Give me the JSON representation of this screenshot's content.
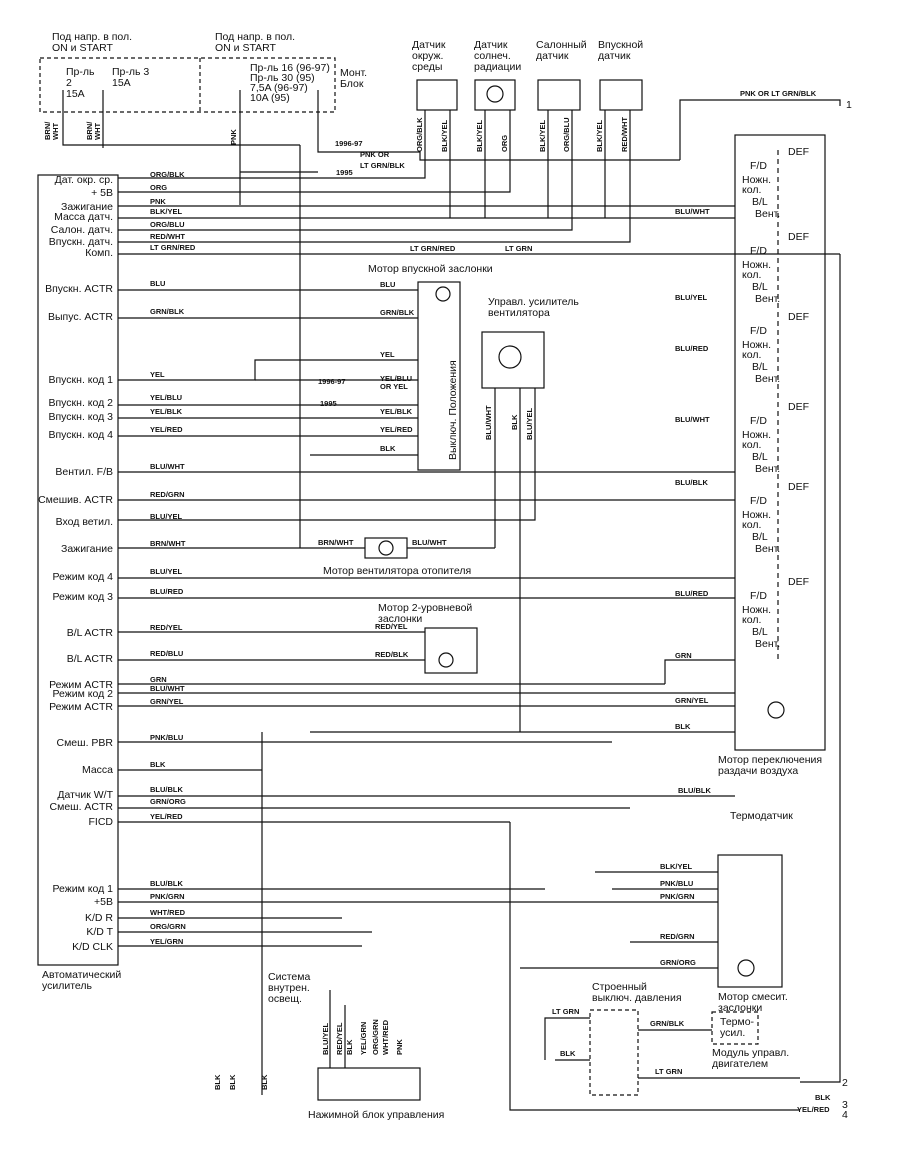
{
  "top": {
    "fuse_left_title": "Под напр. в пол.\nON и START",
    "fuse_right_title": "Под напр. в пол.\nON и START",
    "fuse2": "Пр-ль\n2\n15A",
    "fuse3": "Пр-ль 3\n15A",
    "fuse16": "Пр-ль 16 (96-97)\nПр-ль 30 (95)\n7,5A (96-97)\n10A (95)",
    "mount_block": "Монт.\nБлок",
    "top_wires": [
      "BRN/\nWHT",
      "BRN/\nWHT",
      "PNK"
    ],
    "year_9697": "1996-97",
    "year_95": "1995",
    "pnk_or": "PNK OR",
    "lt_grn_blk": "LT GRN/BLK",
    "pnk_or_ltgrnblk": "PNK OR LT GRN/BLK",
    "ref1": "1",
    "ref2": "2",
    "ref3": "3",
    "ref4": "4"
  },
  "sensors": [
    {
      "title": "Датчик\nокруж.\nсреды",
      "wires": [
        "ORG/BLK",
        "BLK/YEL"
      ]
    },
    {
      "title": "Датчик\nсолнеч.\nрадиации",
      "wires": [
        "BLK/YEL",
        "ORG"
      ]
    },
    {
      "title": "Салонный\nдатчик",
      "wires": [
        "BLK/YEL",
        "ORG/BLU"
      ]
    },
    {
      "title": "Впускной\nдатчик",
      "wires": [
        "BLK/YEL",
        "RED/WHT"
      ]
    }
  ],
  "amp": {
    "title": "Автоматический\nусилитель",
    "pins": [
      {
        "label": "Дат. окр. ср.",
        "wire": "ORG/BLK"
      },
      {
        "label": "+ 5В",
        "wire": "ORG"
      },
      {
        "label": "Зажигание",
        "wire": "PNK"
      },
      {
        "label": "Масса датч.",
        "wire": "BLK/YEL"
      },
      {
        "label": "Салон. датч.",
        "wire": "ORG/BLU"
      },
      {
        "label": "Впускн. датч.",
        "wire": "RED/WHT"
      },
      {
        "label": "Комп.",
        "wire": "LT GRN/RED"
      },
      {
        "label": "Впускн. ACTR",
        "wire": "BLU"
      },
      {
        "label": "Выпус. ACTR",
        "wire": "GRN/BLK"
      },
      {
        "label": "Впускн. код 1",
        "wire": "YEL"
      },
      {
        "label": "Впускн. код 2",
        "wire": "YEL/BLU"
      },
      {
        "label": "Впускн. код 3",
        "wire": "YEL/BLK"
      },
      {
        "label": "Впускн. код 4",
        "wire": "YEL/RED"
      },
      {
        "label": "Вентил. F/B",
        "wire": "BLU/WHT"
      },
      {
        "label": "Смешив. ACTR",
        "wire": "RED/GRN"
      },
      {
        "label": "Вход ветил.",
        "wire": "BLU/YEL"
      },
      {
        "label": "Зажигание",
        "wire": "BRN/WHT"
      },
      {
        "label": "Режим код 4",
        "wire": "BLU/YEL"
      },
      {
        "label": "Режим код 3",
        "wire": "BLU/RED"
      },
      {
        "label": "B/L ACTR",
        "wire": "RED/YEL"
      },
      {
        "label": "B/L ACTR",
        "wire": "RED/BLU"
      },
      {
        "label": "Режим ACTR",
        "wire": "GRN"
      },
      {
        "label": "Режим код 2",
        "wire": "BLU/WHT"
      },
      {
        "label": "Режим ACTR",
        "wire": "GRN/YEL"
      },
      {
        "label": "Смеш. PBR",
        "wire": "PNK/BLU"
      },
      {
        "label": "Масса",
        "wire": "BLK"
      },
      {
        "label": "Датчик W/T",
        "wire": "BLU/BLK"
      },
      {
        "label": "Смеш. ACTR",
        "wire": "GRN/ORG"
      },
      {
        "label": "FICD",
        "wire": "YEL/RED"
      },
      {
        "label": "Режим код 1",
        "wire": "BLU/BLK"
      },
      {
        "label": "+5В",
        "wire": "PNK/GRN"
      },
      {
        "label": "K/D R",
        "wire": "WHT/RED"
      },
      {
        "label": "K/D T",
        "wire": "ORG/GRN"
      },
      {
        "label": "K/D CLK",
        "wire": "YEL/GRN"
      }
    ]
  },
  "intake_motor": {
    "title": "Мотор впускной заслонки",
    "switch_label": "Выключ. Положения",
    "wires": [
      "BLU",
      "GRN/BLK",
      "YEL",
      "YEL/BLU\nOR YEL",
      "YEL/BLK",
      "YEL/RED",
      "BLK"
    ],
    "years": [
      "1996-97",
      "1995"
    ]
  },
  "comp_wire": "LT GRN/RED",
  "comp_wire2": "LT GRN",
  "fan_amp": {
    "title": "Управл. усилитель\nвентилятора",
    "wires": [
      "BLU/WHT",
      "BLK",
      "BLU/YEL"
    ]
  },
  "blower": {
    "title": "Мотор вентилятора отопителя",
    "wires": [
      "BRN/WHT",
      "BLU/WHT"
    ]
  },
  "two_level": {
    "title": "Мотор 2-уровневой\nзаслонки",
    "wires": [
      "RED/YEL",
      "RED/BLK"
    ]
  },
  "mode_switch": {
    "title": "Мотор переключения\nраздачи воздуха",
    "options": [
      "DEF",
      "F/D",
      "Ножн.\nкол.",
      "B/L",
      "Вент."
    ],
    "wires": [
      "BLU/WHT",
      "BLU/YEL",
      "BLU/RED",
      "BLU/WHT",
      "BLU/BLK",
      "BLU/RED",
      "GRN",
      "GRN/YEL",
      "BLK"
    ]
  },
  "thermo": {
    "title": "Термодатчик",
    "wire": "BLU/BLK"
  },
  "mix_motor": {
    "title": "Мотор смесит.\nзаслонки",
    "wires": [
      "BLK/YEL",
      "PNK/BLU",
      "PNK/GRN",
      "RED/GRN",
      "GRN/ORG"
    ]
  },
  "pressure": {
    "title": "Строенный\nвыключ. давления",
    "wires": [
      "LT GRN",
      "GRN/BLK",
      "BLK",
      "LT GRN",
      "BLK",
      "YEL/RED"
    ]
  },
  "ecm": {
    "title": "Модуль управл.\nдвигателем",
    "box": "Термо-\nусил."
  },
  "lighting": {
    "title": "Система\nвнутрен.\nосвещ."
  },
  "control_panel": {
    "title": "Нажимной блок управления",
    "wires": [
      "BLU/YEL",
      "RED/YEL",
      "BLK",
      "YEL/GRN",
      "ORG/GRN",
      "WHT/RED",
      "PNK"
    ]
  },
  "grounds": [
    "BLK",
    "BLK",
    "BLK"
  ]
}
